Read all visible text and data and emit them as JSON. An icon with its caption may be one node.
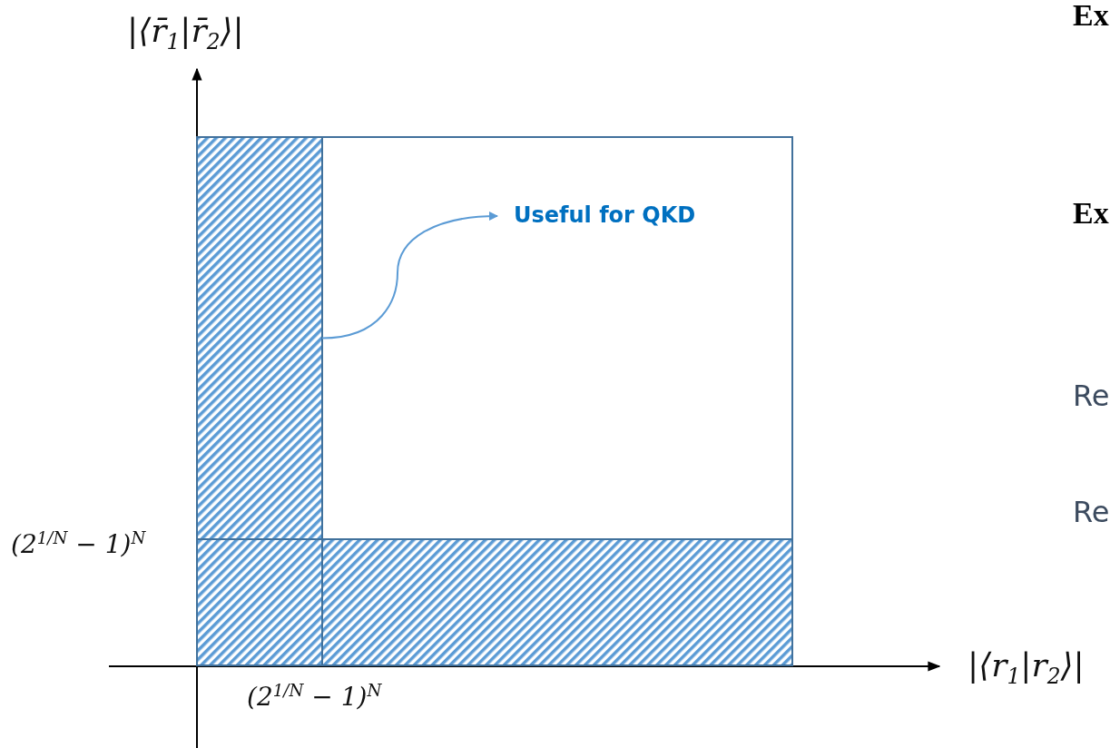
{
  "diagram": {
    "nodes": [
      {
        "text": [],
        "shape": "box"
      },
      {
        "text": [],
        "shape": "box"
      },
      {
        "text": [],
        "shape": "box"
      },
      {
        "text": [
          "Useful for QKD"
        ],
        "in": 2
      }
    ],
    "edges": [
      {
        "from": 2,
        "to": 3,
        "arrow": "to"
      }
    ],
    "labels": [
      "|⟨r̄$_{1}$|r̄$_{2}$⟩|",
      "(2$^{1/N}$ − 1)$^{N}$",
      "(2$^{1/N}$ − 1)$^{N}$",
      "|⟨r$_{1}$|r$_{2}$⟩|",
      "Ex",
      "Ex",
      "Re",
      "Re"
    ]
  }
}
